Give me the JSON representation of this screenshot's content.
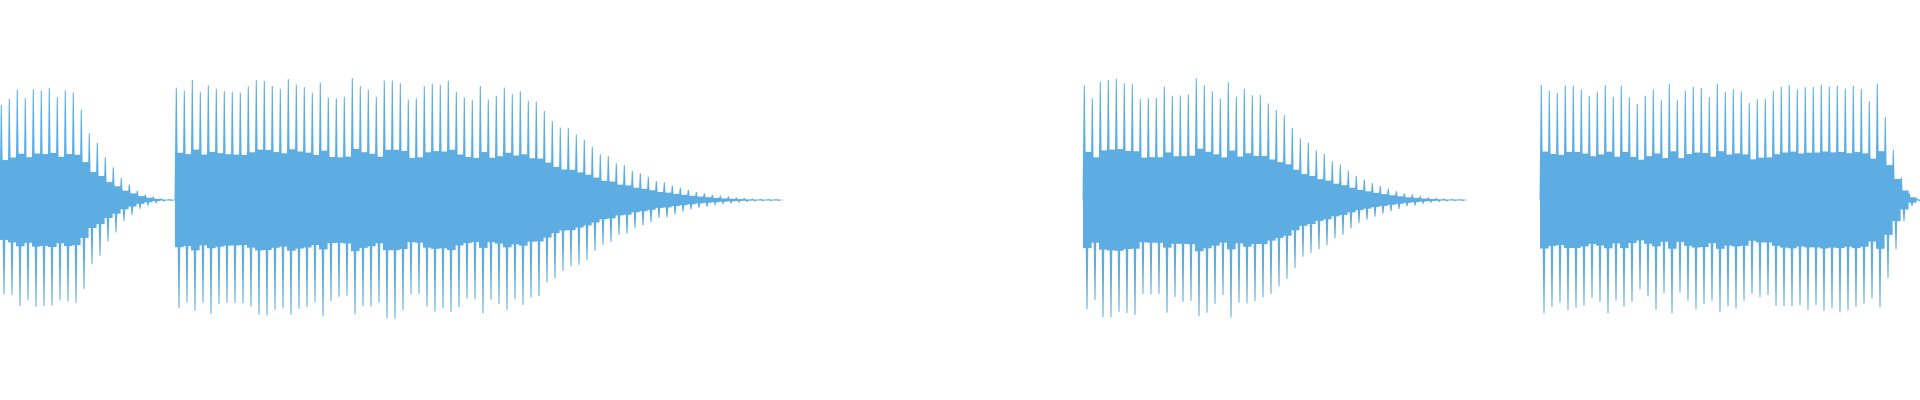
{
  "waveform": {
    "color": "#5DADE2",
    "background": "#FFFFFF",
    "segments": [
      {
        "start_s": 0.0,
        "end_s": 0.172,
        "attack_s": 0.0,
        "sustain_s": 0.07,
        "peak": 0.95
      },
      {
        "start_s": 0.175,
        "end_s": 0.78,
        "attack_s": 0.0,
        "sustain_s": 0.34,
        "peak": 1.0
      },
      {
        "start_s": 1.083,
        "end_s": 1.465,
        "attack_s": 0.0,
        "sustain_s": 0.17,
        "peak": 1.0
      },
      {
        "start_s": 1.54,
        "end_s": 1.92,
        "attack_s": 0.0,
        "sustain_s": 0.34,
        "peak": 0.96
      }
    ],
    "total_duration_s": 1.92,
    "oscillation_hz": 125
  }
}
